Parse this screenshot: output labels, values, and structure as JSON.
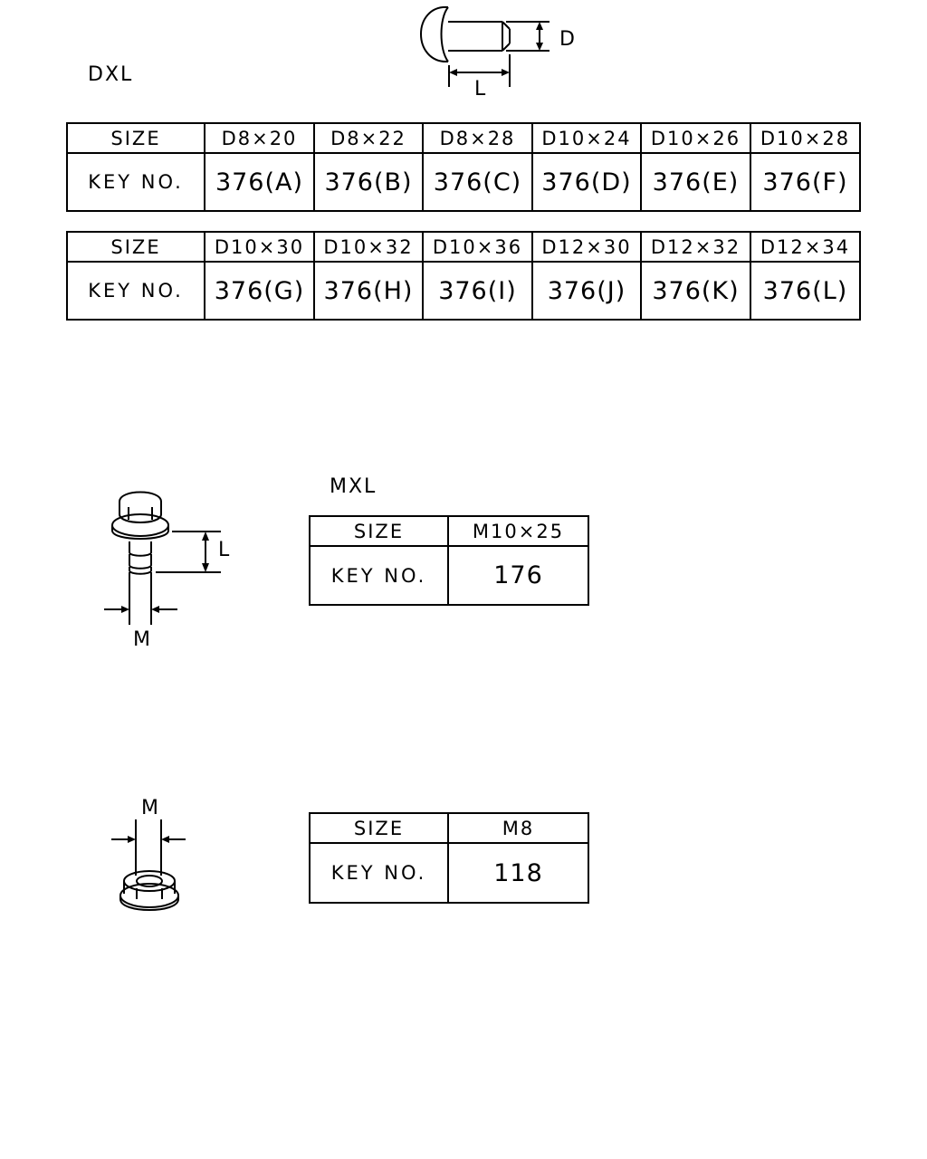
{
  "sections": [
    {
      "label": "DXL",
      "diagram": {
        "dim_d": "D",
        "dim_l": "L"
      },
      "tables": [
        {
          "header": "SIZE",
          "row_label": "KEY NO.",
          "sizes": [
            "D8×20",
            "D8×22",
            "D8×28",
            "D10×24",
            "D10×26",
            "D10×28"
          ],
          "keys": [
            "376(A)",
            "376(B)",
            "376(C)",
            "376(D)",
            "376(E)",
            "376(F)"
          ]
        },
        {
          "header": "SIZE",
          "row_label": "KEY NO.",
          "sizes": [
            "D10×30",
            "D10×32",
            "D10×36",
            "D12×30",
            "D12×32",
            "D12×34"
          ],
          "keys": [
            "376(G)",
            "376(H)",
            "376(I)",
            "376(J)",
            "376(K)",
            "376(L)"
          ]
        }
      ]
    },
    {
      "label": "MXL",
      "diagram": {
        "dim_l": "L",
        "dim_m": "M"
      },
      "table": {
        "header": "SIZE",
        "row_label": "KEY NO.",
        "sizes": [
          "M10×25"
        ],
        "keys": [
          "176"
        ]
      }
    },
    {
      "label": "",
      "diagram": {
        "dim_m": "M"
      },
      "table": {
        "header": "SIZE",
        "row_label": "KEY NO.",
        "sizes": [
          "M8"
        ],
        "keys": [
          "118"
        ]
      }
    }
  ]
}
